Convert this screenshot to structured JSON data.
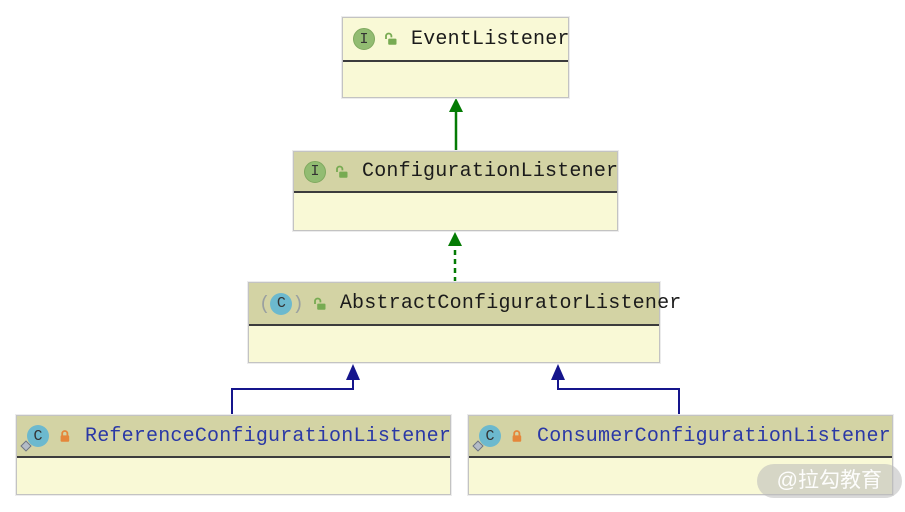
{
  "nodes": [
    {
      "name": "EventListener",
      "badge": "I",
      "kind": "interface",
      "lock": "open"
    },
    {
      "name": "ConfigurationListener",
      "badge": "I",
      "kind": "interface",
      "lock": "open"
    },
    {
      "name": "AbstractConfiguratorListener",
      "badge": "C",
      "kind": "abstract-class",
      "lock": "open"
    },
    {
      "name": "ReferenceConfigurationListener",
      "badge": "C",
      "kind": "class",
      "lock": "closed"
    },
    {
      "name": "ConsumerConfigurationListener",
      "badge": "C",
      "kind": "class",
      "lock": "closed"
    }
  ],
  "edges": [
    {
      "from": "ConfigurationListener",
      "to": "EventListener",
      "type": "extends",
      "style": "solid",
      "color": "#047b04"
    },
    {
      "from": "AbstractConfiguratorListener",
      "to": "ConfigurationListener",
      "type": "implements",
      "style": "dashed",
      "color": "#047b04"
    },
    {
      "from": "ReferenceConfigurationListener",
      "to": "AbstractConfiguratorListener",
      "type": "extends",
      "style": "solid",
      "color": "#15158c"
    },
    {
      "from": "ConsumerConfigurationListener",
      "to": "AbstractConfiguratorListener",
      "type": "extends",
      "style": "solid",
      "color": "#15158c"
    }
  ],
  "colors": {
    "node_body": "#f9f9d6",
    "node_header": "#d3d3a4",
    "interface_icon": "#92bc72",
    "class_icon": "#6cb9ce",
    "lock_open": "#77ab52",
    "lock_closed": "#e5863a",
    "title_dark": "#1b1b1b",
    "title_blue": "#2a38a6",
    "edge_green": "#047b04",
    "edge_navy": "#15158c"
  },
  "watermark": {
    "text": "@拉勾教育"
  }
}
